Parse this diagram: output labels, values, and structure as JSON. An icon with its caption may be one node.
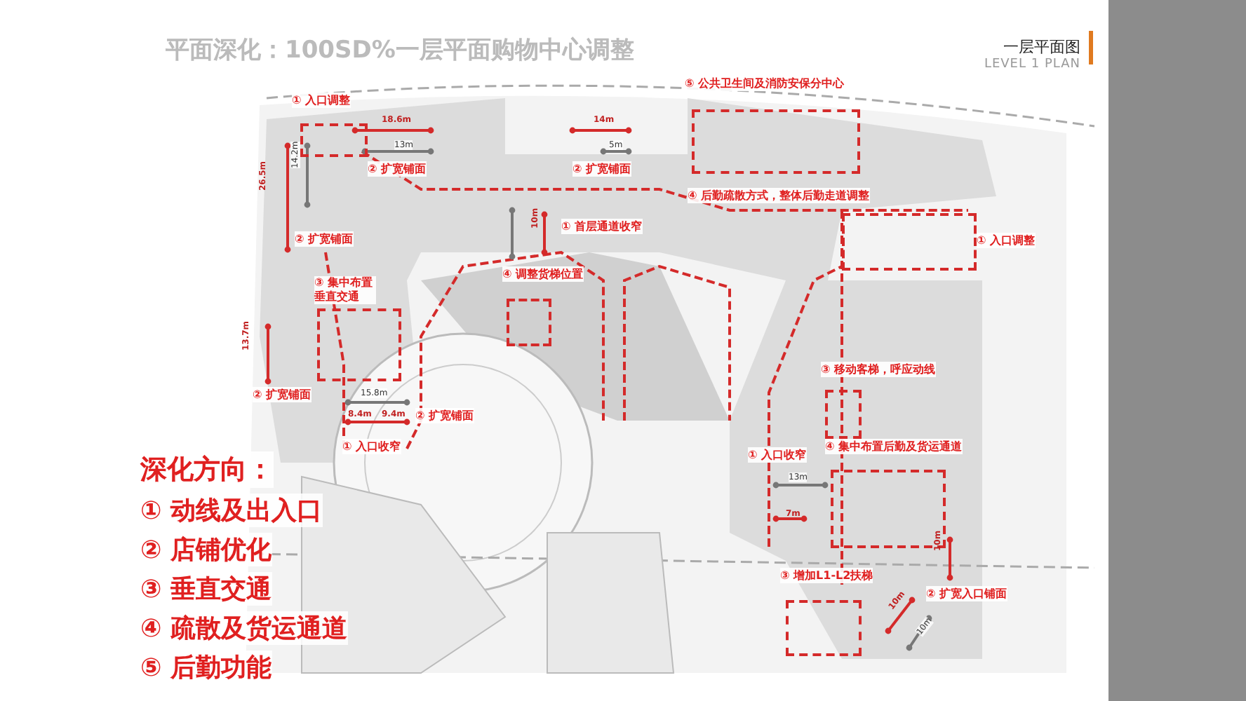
{
  "diagram": {
    "title": "平面深化：100SD%一层平面购物中心调整",
    "nodes": [
      {
        "text": [
          "① 入口调整"
        ]
      },
      {
        "text": [
          "⑤ 公共卫生间及消防安保分中心"
        ]
      },
      {
        "text": [
          "④ 调整货梯位置"
        ]
      },
      {
        "text": [
          "③ 集中布置垂直交通"
        ]
      },
      {
        "text": [
          "① 入口调整"
        ]
      },
      {
        "text": [
          "③ 移动客梯，呼应动线"
        ]
      },
      {
        "text": [
          "④ 集中布置后勤及货运通道"
        ]
      },
      {
        "text": [
          "③ 增加L1-L2扶梯"
        ]
      }
    ],
    "edges": [],
    "labels": [
      "一层平面图",
      "LEVEL 1 PLAN",
      "18.6m",
      "13m",
      "14m",
      "5m",
      "② 扩宽铺面",
      "② 扩宽铺面",
      "④ 后勤疏散方式，整体后勤走道调整",
      "26.5m",
      "14.2m",
      "② 扩宽铺面",
      "10m",
      "① 首层通道收窄",
      "13.7m",
      "② 扩宽铺面",
      "15.8m",
      "8.4m",
      "9.4m",
      "② 扩宽铺面",
      "① 入口收窄",
      "① 入口收窄",
      "13m",
      "7m",
      "10m",
      "② 扩宽入口铺面",
      "10m",
      "10m",
      "深化方向：",
      "① 动线及出入口",
      "② 店铺优化",
      "③ 垂直交通",
      "④ 疏散及货运通道",
      "⑤ 后勤功能"
    ]
  }
}
